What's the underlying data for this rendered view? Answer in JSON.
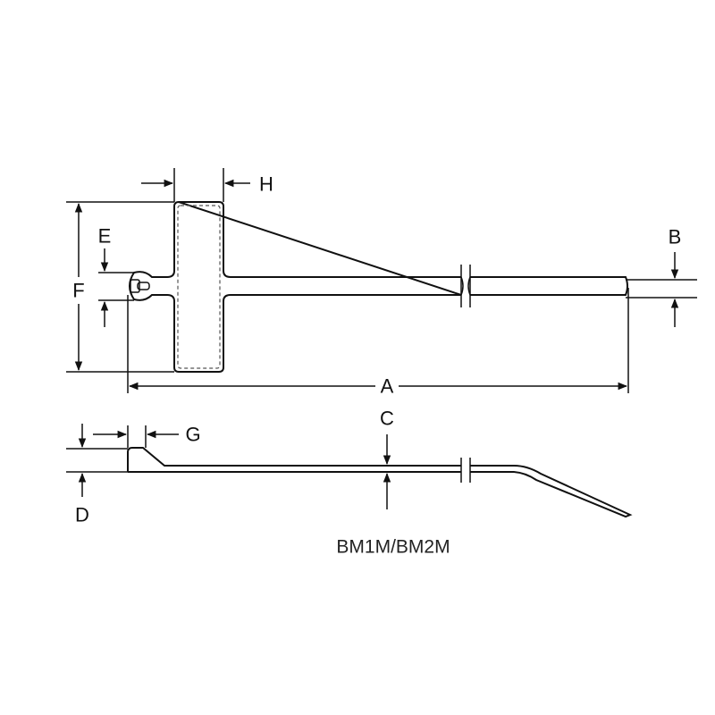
{
  "labels": {
    "A": "A",
    "B": "B",
    "C": "C",
    "D": "D",
    "E": "E",
    "F": "F",
    "G": "G",
    "H": "H"
  },
  "caption": "BM1M/BM2M",
  "colors": {
    "line": "#111111",
    "background": "#ffffff"
  }
}
